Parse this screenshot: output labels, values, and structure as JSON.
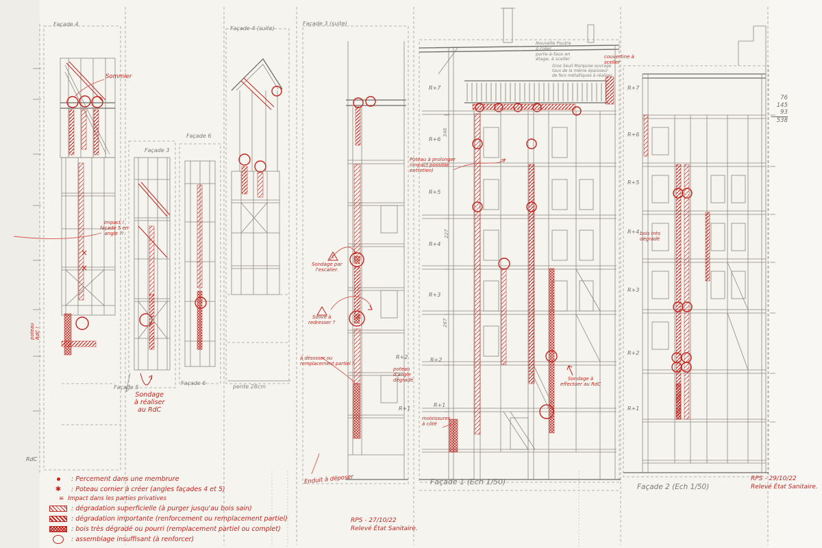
{
  "colors": {
    "red": "#c3231d",
    "pencil": "#7c7a72",
    "paper": "#f5f4ef"
  },
  "titles": {
    "f4": "Façade 4",
    "f4s": "Façade 4 (suite)",
    "f3s": "Façade 3 (suite)",
    "f3": "Façade 3",
    "f6_top": "Façade 6",
    "f5": "Façade 5",
    "f6_bottom": "Façade 6",
    "f1": "Façade 1  (Ech 1/50)",
    "f2": "Façade 2  (Ech 1/50)"
  },
  "levels": {
    "f1": [
      "R+7",
      "R+6",
      "R+5",
      "R+4",
      "R+3",
      "R+2",
      "R+1"
    ],
    "f2": [
      "R+7",
      "R+6",
      "R+5",
      "R+4",
      "R+3",
      "R+2",
      "R+1"
    ],
    "e": [
      "R+2",
      "R+1"
    ],
    "a_ground": "RdC"
  },
  "red_notes": {
    "sommier": [
      "Sommier"
    ],
    "impact": [
      "Impact !",
      "façade 5 en",
      "angle ?!"
    ],
    "poteau_rdc": [
      "poteau",
      "RdC !"
    ],
    "sondage_left": [
      "Sondage",
      "à réaliser",
      "au RdC"
    ],
    "escalier": [
      "Sondage par",
      "l'escalier."
    ],
    "solive": [
      "Solive à",
      "redresser ?"
    ],
    "desosser": [
      "à désosser ou",
      "remplacement partiel ?"
    ],
    "enduit": [
      "Enduit à déposer"
    ],
    "prolonger": [
      "Poteau à prolonger",
      "(impact possible",
      "entretien)"
    ],
    "moisissures": [
      "moisissures",
      "à côté"
    ],
    "poteau_angle": [
      "poteau",
      "d'angle",
      "dégradé"
    ],
    "sondage_right": [
      "Sondage à",
      "effectuer au RdC"
    ],
    "couvertine": [
      "couvertine à",
      "sceller"
    ],
    "bois_degrade": [
      "bois très",
      "dégradé"
    ]
  },
  "pencil_notes": {
    "poutre": [
      "Nouvelle Poutre",
      "à créer",
      "porte-à-faux en",
      "étage, à sceller"
    ],
    "seuil": [
      "Gros Seuil Marquise ouvrage",
      "tous de la même épaisseur",
      "de fers métalliques à réaliser"
    ],
    "pente": "pente 28cm",
    "calc": [
      "76",
      "145",
      "93",
      "538"
    ],
    "dims": [
      "346",
      "227",
      "267"
    ]
  },
  "stamps": {
    "left": [
      "RPS - 27/10/22",
      "Relevé État Sanitaire."
    ],
    "right": [
      "RPS - 29/10/22",
      "Relevé État Sanitaire."
    ]
  },
  "legend": {
    "items": [
      {
        "sym": "dot",
        "label": ": Percement dans une membrure"
      },
      {
        "sym": "✱",
        "label": ": Poteau cornier à créer (angles façades 4 et 5)"
      },
      {
        "sym": "≡",
        "label": "Impact dans les parties privatives"
      },
      {
        "sym": "sw1",
        "label": ": dégradation superficielle (à purger jusqu'au bois sain)"
      },
      {
        "sym": "sw2",
        "label": ": dégradation importante (renforcement ou remplacement partiel)"
      },
      {
        "sym": "sw3",
        "label": ": bois très dégradé ou pourri (remplacement partiel ou complet)"
      },
      {
        "sym": "ring",
        "label": ": assemblage insuffisant (à renforcer)"
      }
    ]
  }
}
